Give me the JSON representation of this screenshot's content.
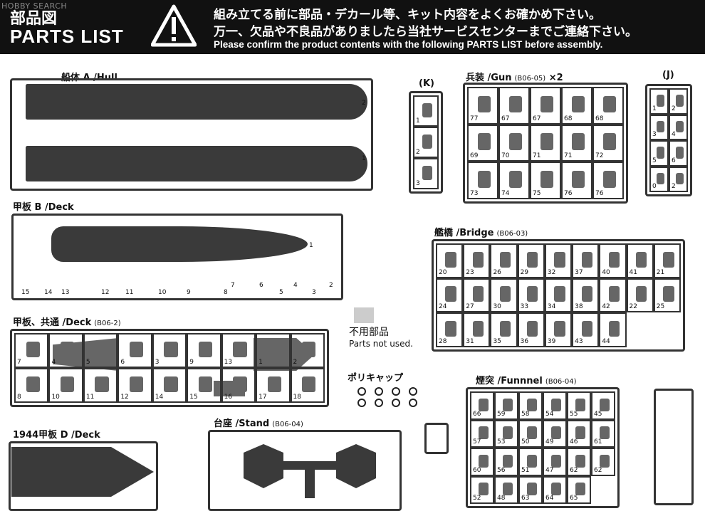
{
  "header": {
    "watermark": "HOBBY SEARCH",
    "title_jp": "部品図",
    "title_en": "PARTS LIST",
    "warning_jp_1": "組み立てる前に部品・デカール等、キット内容をよくお確かめ下さい。",
    "warning_jp_2": "万一、欠品や不良品がありましたら当社サービスセンターまでご連絡下さい。",
    "warning_en": "Please confirm the product contents with the following PARTS LIST before assembly.",
    "warning_icon": "warning-triangle-icon"
  },
  "panels": {
    "hull": {
      "title": "船体 A /Hull",
      "nums": [
        "2",
        "1"
      ]
    },
    "deck_b": {
      "title": "甲板 B /Deck",
      "nums": [
        "1",
        "15",
        "14",
        "13",
        "12",
        "11",
        "10",
        "9",
        "8",
        "7",
        "6",
        "5",
        "4",
        "3",
        "2"
      ]
    },
    "deck_common": {
      "title": "甲板、共通 /Deck",
      "code": "(B06-2)",
      "nums": [
        "7",
        "4",
        "5",
        "6",
        "3",
        "9",
        "13",
        "1",
        "2",
        "8",
        "10",
        "11",
        "12",
        "14",
        "15",
        "16",
        "17",
        "18"
      ]
    },
    "deck_1944": {
      "title": "1944甲板 D /Deck"
    },
    "stand": {
      "title": "台座 /Stand",
      "code": "(B06-04)"
    },
    "sprue_k": {
      "title": "(K)",
      "nums": [
        "1",
        "2",
        "3"
      ]
    },
    "gun": {
      "title": "兵装 /Gun",
      "code": "(B06-05)",
      "qty": "×2",
      "nums": [
        "77",
        "67",
        "67",
        "68",
        "68",
        "69",
        "70",
        "71",
        "71",
        "72",
        "73",
        "74",
        "75",
        "76",
        "76"
      ]
    },
    "sprue_j": {
      "title": "(J)",
      "nums": [
        "1",
        "2",
        "3",
        "4",
        "5",
        "6",
        "0",
        "2"
      ]
    },
    "bridge": {
      "title": "艦橋 /Bridge",
      "code": "(B06-03)",
      "nums": [
        "20",
        "23",
        "26",
        "29",
        "32",
        "37",
        "40",
        "41",
        "21",
        "24",
        "27",
        "30",
        "33",
        "34",
        "38",
        "42",
        "22",
        "25",
        "28",
        "31",
        "35",
        "36",
        "39",
        "43",
        "44"
      ]
    },
    "funnel": {
      "title": "煙突 /Funnnel",
      "code": "(B06-04)",
      "nums": [
        "66",
        "59",
        "58",
        "54",
        "55",
        "45",
        "57",
        "53",
        "50",
        "49",
        "46",
        "61",
        "60",
        "56",
        "51",
        "47",
        "62",
        "62",
        "52",
        "48",
        "63",
        "64",
        "65"
      ]
    }
  },
  "legend": {
    "not_used_jp": "不用部品",
    "not_used_en": "Parts not used."
  },
  "polycap": {
    "title": "ポリキャップ"
  }
}
